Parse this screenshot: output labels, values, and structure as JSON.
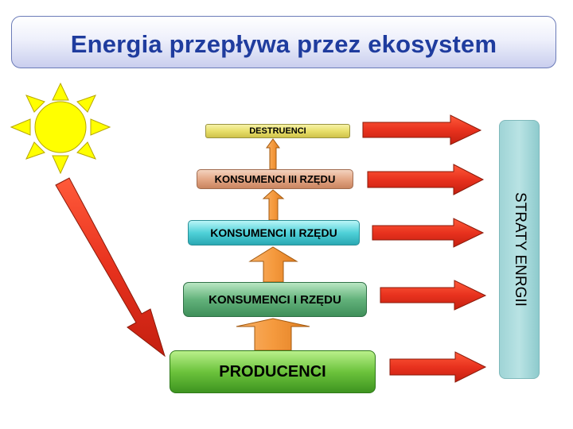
{
  "title": "Energia przepływa przez ekosystem",
  "levels": {
    "destruenci": "DESTRUENCI",
    "konsumenci_3": "KONSUMENCI III RZĘDU",
    "konsumenci_2": "KONSUMENCI II RZĘDU",
    "konsumenci_1": "KONSUMENCI I RZĘDU",
    "producenci": "PRODUCENCI"
  },
  "losses_label": "STRATY ENRGII",
  "colors": {
    "title_text": "#1f3c9e",
    "sun": "#ffff00",
    "energy_arrow": "#e8321e",
    "flow_arrow": "#f5a04a",
    "losses_box": "#a6d8da"
  },
  "icons": [
    "sun-icon"
  ]
}
